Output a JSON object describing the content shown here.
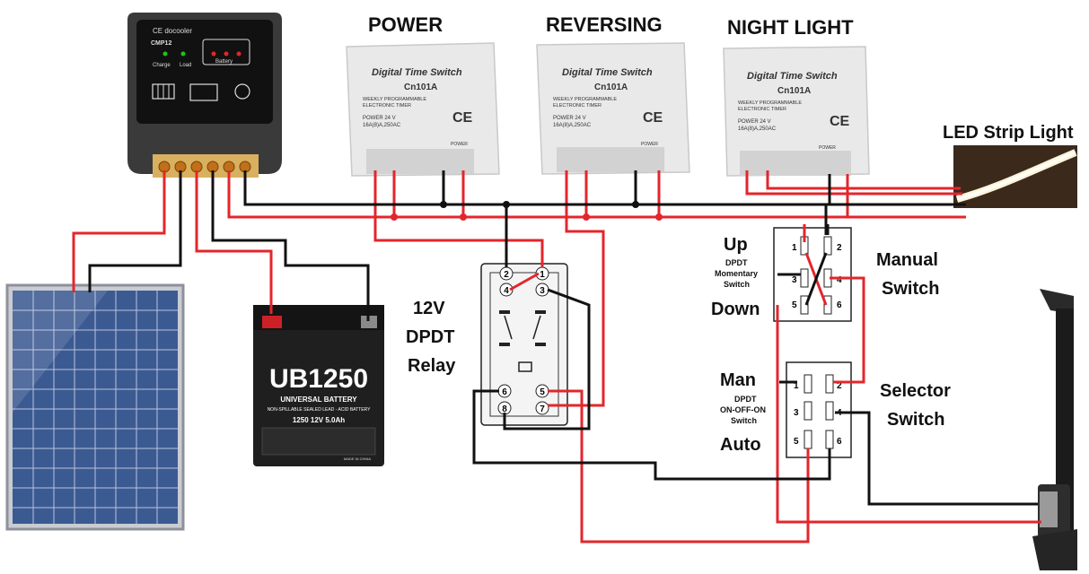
{
  "colors": {
    "red_wire": "#e3262b",
    "black_wire": "#111111",
    "timer_body": "#e9e9e9",
    "controller_body": "#2b2b2b"
  },
  "labels": {
    "power": "POWER",
    "reversing": "REVERSING",
    "night_light": "NIGHT LIGHT",
    "led_strip": "LED Strip Light",
    "relay_line1": "12V",
    "relay_line2": "DPDT",
    "relay_line3": "Relay",
    "up": "Up",
    "down": "Down",
    "momentary_line1": "DPDT",
    "momentary_line2": "Momentary",
    "momentary_line3": "Switch",
    "manual_line1": "Manual",
    "manual_line2": "Switch",
    "man": "Man",
    "auto": "Auto",
    "onoffon_line1": "DPDT",
    "onoffon_line2": "ON-OFF-ON",
    "onoffon_line3": "Switch",
    "selector_line1": "Selector",
    "selector_line2": "Switch"
  },
  "timer": {
    "brand": "Digital Time Switch",
    "model": "Cn101A",
    "desc1": "WEEKLY PROGRAMMABLE",
    "desc2": "ELECTRONIC TIMER",
    "rating1": "POWER 24 V",
    "rating2": "16A(8)A,250AC",
    "ce": "CE",
    "power_tag": "POWER"
  },
  "controller": {
    "brand": "CE docooler",
    "model": "CMP12",
    "charge": "Charge",
    "load": "Load",
    "battery": "Battery"
  },
  "battery": {
    "model": "UB1250",
    "line1": "UNIVERSAL BATTERY",
    "line2": "NON-SPILLABLE SEALED LEAD - ACID BATTERY",
    "spec": "1250   12V   5.0Ah",
    "made": "MADE IN CHINA"
  },
  "relay_pins": [
    "2",
    "1",
    "4",
    "3",
    "6",
    "5",
    "8",
    "7"
  ],
  "switch_pins": [
    "1",
    "2",
    "3",
    "4",
    "5",
    "6"
  ]
}
